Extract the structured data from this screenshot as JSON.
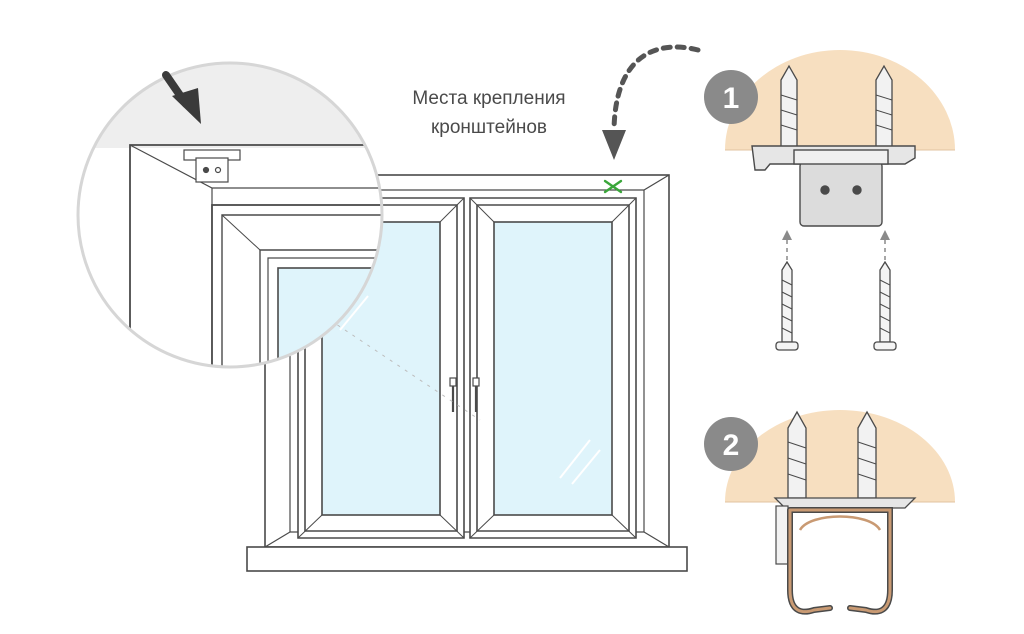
{
  "caption": {
    "line1": "Места крепления",
    "line2": "кронштейнов"
  },
  "steps": [
    {
      "label": "1"
    },
    {
      "label": "2"
    }
  ],
  "colors": {
    "wall": "#f7dfc0",
    "badge": "#8a8a8a",
    "glass": "#dff4fb",
    "frame": "#4a4a4a",
    "profile": "#c99a73",
    "mark": "#3aa63a",
    "arrow": "#555555"
  },
  "icons": [
    "magnifier-callout",
    "down-arrow-icon",
    "mount-mark-icon",
    "curved-dashed-arrow"
  ]
}
